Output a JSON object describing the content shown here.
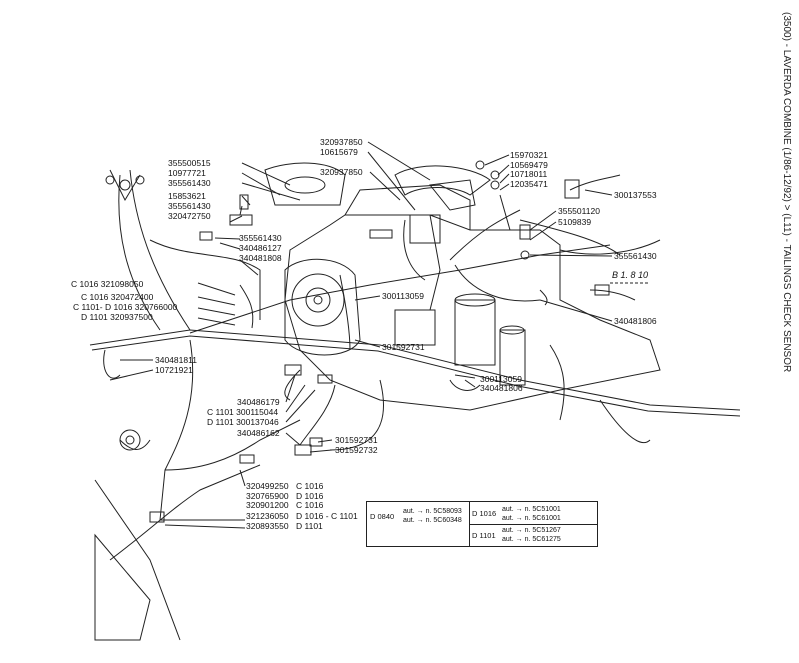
{
  "side_title": "(3500) - LAVERDA COMBINE (1/86-12/92) > (L11) - TAILINGS CHECK SENSOR",
  "diagram_ref": "B 1. 8 10",
  "labels": {
    "l320937850a": "320937850",
    "l10615679": "10615679",
    "l320937850b": "320937850",
    "l355500515": "355500515",
    "l10977721": "10977721",
    "l355561430a": "355561430",
    "l15853621": "15853621",
    "l355561430b": "355561430",
    "l320472750": "320472750",
    "l355561430c": "355561430",
    "l340486127": "340486127",
    "l340481808": "340481808",
    "l15970321": "15970321",
    "l10569479": "10569479",
    "l10718011": "10718011",
    "l12035471": "12035471",
    "l300137553": "300137553",
    "l355501120": "355501120",
    "l5109839": "5109839",
    "l355561430d": "355561430",
    "l340481806a": "340481806",
    "l300113059a": "300113059",
    "l301592731a": "301592731",
    "l300113059b": "300113059",
    "l340481806b": "340481806",
    "c1016_321098050": "C 1016 321098050",
    "c1016_320472400": "C 1016 320472400",
    "c1101_d1016_320766000": "C 1101- D 1016 320766000",
    "d1101_320937500": "D 1101 320937500",
    "l340481811": "340481811",
    "l10721921": "10721921",
    "l340486179": "340486179",
    "c1101_300115044": "C 1101 300115044",
    "d1101_300137046": "D 1101 300137046",
    "l340486162": "340486162",
    "l301592731b": "301592731",
    "l301592732": "301592732",
    "l320499250": "320499250",
    "l320765900": "320765900",
    "l320901200": "320901200",
    "l321236050": "321236050",
    "l320893550": "320893550",
    "c1016_a": "C 1016",
    "d1016_a": "D 1016",
    "c1016_b": "C 1016",
    "d1016_c1101": "D 1016 - C 1101",
    "d1101_a": "D 1101"
  },
  "table": {
    "left_model": "D 0840",
    "left_rows": [
      {
        "prefix": "aut.",
        "arrow": "→",
        "n": "n. 5C58093"
      },
      {
        "prefix": "aut.",
        "arrow": "→",
        "n": "n. 5C60348"
      }
    ],
    "right_blocks": [
      {
        "model": "D 1016",
        "rows": [
          {
            "prefix": "aut.",
            "arrow": "→",
            "n": "n. 5C51001"
          },
          {
            "prefix": "aut.",
            "arrow": "→",
            "n": "n. 5C61001"
          }
        ]
      },
      {
        "model": "D 1101",
        "rows": [
          {
            "prefix": "aut.",
            "arrow": "→",
            "n": "n. 5C51267"
          },
          {
            "prefix": "aut.",
            "arrow": "→",
            "n": "n. 5C61275"
          }
        ]
      }
    ]
  },
  "colors": {
    "ink": "#111111",
    "paper": "#ffffff"
  }
}
